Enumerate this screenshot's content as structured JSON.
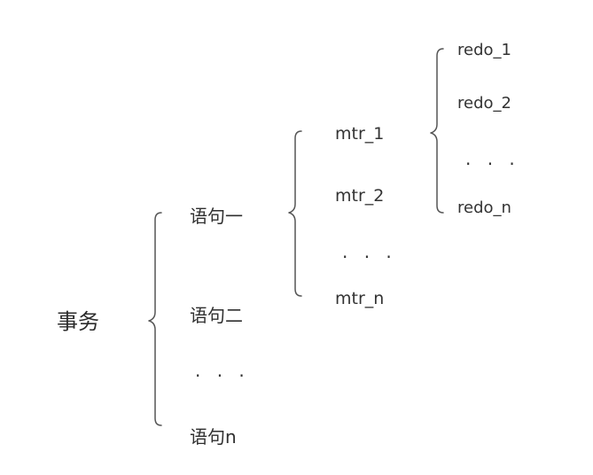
{
  "root": {
    "label": "事务"
  },
  "statements": [
    {
      "label": "语句一"
    },
    {
      "label": "语句二"
    },
    {
      "label": "· · ·"
    },
    {
      "label": "语句n"
    }
  ],
  "mtrs": [
    {
      "label": "mtr_1"
    },
    {
      "label": "mtr_2"
    },
    {
      "label": "· · ·"
    },
    {
      "label": "mtr_n"
    }
  ],
  "redos": [
    {
      "label": "redo_1"
    },
    {
      "label": "redo_2"
    },
    {
      "label": "· · ·"
    },
    {
      "label": "redo_n"
    }
  ]
}
